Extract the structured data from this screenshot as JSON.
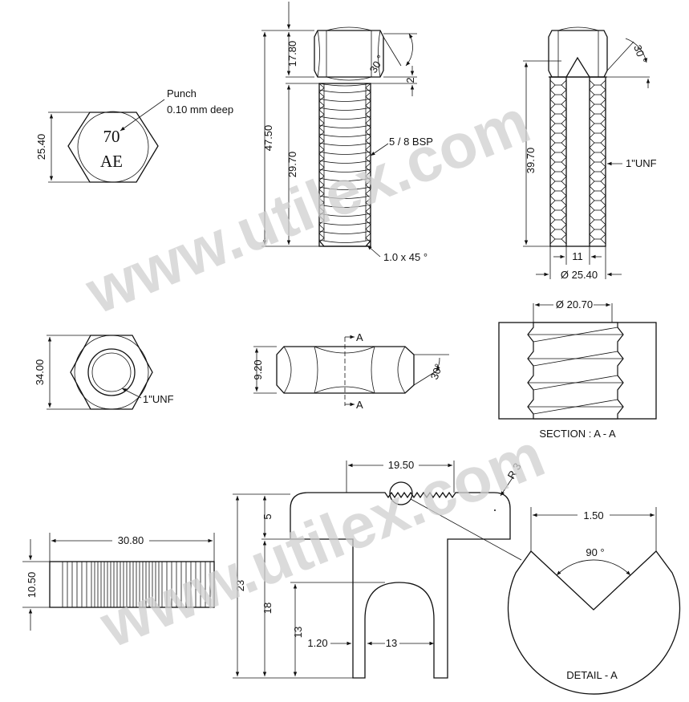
{
  "watermark": "www.utilex.com",
  "hex_head_view": {
    "dim_width": "25.40",
    "punch_note_line1": "Punch",
    "punch_note_line2": "0.10 mm deep",
    "mark_line1": "70",
    "mark_line2": "AE"
  },
  "bolt_side": {
    "dim_total": "47.50",
    "dim_head": "17.80",
    "dim_thread": "29.70",
    "dim_gap": "2",
    "angle": "30 °",
    "thread_spec": "5 / 8 BSP",
    "chamfer": "1.0 x 45 °"
  },
  "bolt_section": {
    "angle": "30 °",
    "dim_length": "39.70",
    "thread_spec": "1\"UNF",
    "dim_bore": "11",
    "dim_dia": "Ø 25.40"
  },
  "nut_face": {
    "dim": "34.00",
    "thread": "1\"UNF"
  },
  "nut_side": {
    "dim_height": "9.20",
    "angle": "30°",
    "section_a": "A"
  },
  "section_view": {
    "dim_dia": "Ø 20.70",
    "label": "SECTION : A - A"
  },
  "knurled": {
    "dim_length": "30.80",
    "dim_height": "10.50"
  },
  "jaw": {
    "dim_teeth": "19.50",
    "radius": "R 3",
    "dim_5": "5",
    "dim_23": "23",
    "dim_18": "18",
    "dim_13v": "13",
    "dim_120": "1.20",
    "dim_13h": "13"
  },
  "detail": {
    "dim_width": "1.50",
    "angle": "90 °",
    "label": "DETAIL - A"
  }
}
